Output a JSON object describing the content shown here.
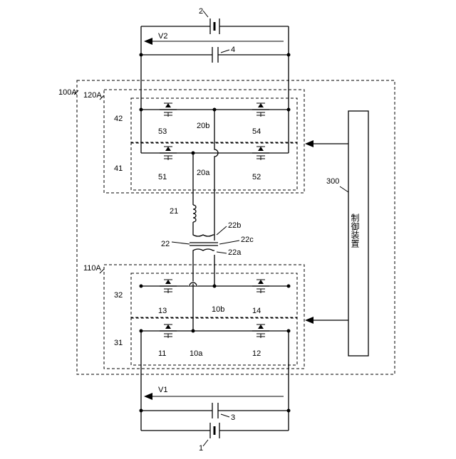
{
  "labels": {
    "battery_top": "2",
    "battery_bottom": "1",
    "cap_top": "4",
    "cap_bottom": "3",
    "v2": "V2",
    "v1": "V1",
    "system": "100A",
    "conv_top": "120A",
    "conv_bottom": "110A",
    "leg42": "42",
    "leg41": "41",
    "leg32": "32",
    "leg31": "31",
    "sw53": "53",
    "sw54": "54",
    "sw51": "51",
    "sw52": "52",
    "sw13": "13",
    "sw14": "14",
    "sw11": "11",
    "sw12": "12",
    "node20b": "20b",
    "node20a": "20a",
    "node10b": "10b",
    "node10a": "10a",
    "inductor": "21",
    "transformer": "22",
    "tr22a": "22a",
    "tr22b": "22b",
    "tr22c": "22c",
    "controller_ref": "300",
    "controller_text": "制御装置"
  }
}
